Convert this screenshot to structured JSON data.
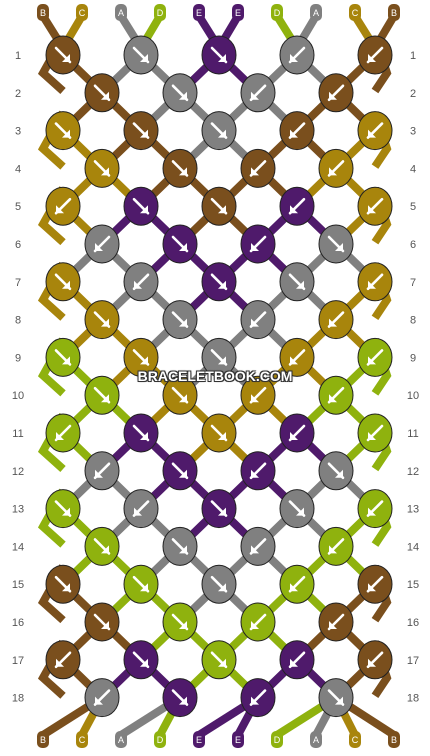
{
  "site": {
    "watermark": "BRACELETBOOK.COM"
  },
  "colors": {
    "A": "#808080",
    "B": "#7a4f1d",
    "C": "#a8850c",
    "D": "#8fb20e",
    "E": "#4f1a6b"
  },
  "strands": [
    "B",
    "C",
    "A",
    "D",
    "E",
    "E",
    "D",
    "A",
    "C",
    "B"
  ],
  "row_numbers": [
    "1",
    "2",
    "3",
    "4",
    "5",
    "6",
    "7",
    "8",
    "9",
    "10",
    "11",
    "12",
    "13",
    "14",
    "15",
    "16",
    "17",
    "18"
  ],
  "knot_rows": [
    {
      "row": "1",
      "knots": [
        {
          "color": "B",
          "dir": "rb"
        },
        {
          "color": "A",
          "dir": "rb"
        },
        {
          "color": "E",
          "dir": "rb"
        },
        {
          "color": "A",
          "dir": "lb"
        },
        {
          "color": "B",
          "dir": "lb"
        }
      ]
    },
    {
      "row": "2",
      "knots": [
        {
          "color": "B",
          "dir": "rb"
        },
        {
          "color": "A",
          "dir": "rb"
        },
        {
          "color": "A",
          "dir": "lb"
        },
        {
          "color": "B",
          "dir": "lb"
        }
      ]
    },
    {
      "row": "3",
      "knots": [
        {
          "color": "C",
          "dir": "rb"
        },
        {
          "color": "B",
          "dir": "rb"
        },
        {
          "color": "A",
          "dir": "rb"
        },
        {
          "color": "B",
          "dir": "lb"
        },
        {
          "color": "C",
          "dir": "lb"
        }
      ]
    },
    {
      "row": "4",
      "knots": [
        {
          "color": "C",
          "dir": "rb"
        },
        {
          "color": "B",
          "dir": "rb"
        },
        {
          "color": "B",
          "dir": "lb"
        },
        {
          "color": "C",
          "dir": "lb"
        }
      ]
    },
    {
      "row": "5",
      "knots": [
        {
          "color": "C",
          "dir": "lb"
        },
        {
          "color": "E",
          "dir": "rb"
        },
        {
          "color": "B",
          "dir": "rb"
        },
        {
          "color": "E",
          "dir": "lb"
        },
        {
          "color": "C",
          "dir": "lb"
        }
      ]
    },
    {
      "row": "6",
      "knots": [
        {
          "color": "A",
          "dir": "lb"
        },
        {
          "color": "E",
          "dir": "rb"
        },
        {
          "color": "E",
          "dir": "lb"
        },
        {
          "color": "A",
          "dir": "rb"
        }
      ]
    },
    {
      "row": "7",
      "knots": [
        {
          "color": "C",
          "dir": "rb"
        },
        {
          "color": "A",
          "dir": "lb"
        },
        {
          "color": "E",
          "dir": "rb"
        },
        {
          "color": "A",
          "dir": "rb"
        },
        {
          "color": "C",
          "dir": "lb"
        }
      ]
    },
    {
      "row": "8",
      "knots": [
        {
          "color": "C",
          "dir": "rb"
        },
        {
          "color": "A",
          "dir": "rb"
        },
        {
          "color": "A",
          "dir": "lb"
        },
        {
          "color": "C",
          "dir": "lb"
        }
      ]
    },
    {
      "row": "9",
      "knots": [
        {
          "color": "D",
          "dir": "rb"
        },
        {
          "color": "C",
          "dir": "rb"
        },
        {
          "color": "A",
          "dir": "rb"
        },
        {
          "color": "C",
          "dir": "lb"
        },
        {
          "color": "D",
          "dir": "lb"
        }
      ]
    },
    {
      "row": "10",
      "knots": [
        {
          "color": "D",
          "dir": "rb"
        },
        {
          "color": "C",
          "dir": "rb"
        },
        {
          "color": "C",
          "dir": "lb"
        },
        {
          "color": "D",
          "dir": "lb"
        }
      ]
    },
    {
      "row": "11",
      "knots": [
        {
          "color": "D",
          "dir": "lb"
        },
        {
          "color": "E",
          "dir": "rb"
        },
        {
          "color": "C",
          "dir": "rb"
        },
        {
          "color": "E",
          "dir": "lb"
        },
        {
          "color": "D",
          "dir": "lb"
        }
      ]
    },
    {
      "row": "12",
      "knots": [
        {
          "color": "A",
          "dir": "lb"
        },
        {
          "color": "E",
          "dir": "rb"
        },
        {
          "color": "E",
          "dir": "lb"
        },
        {
          "color": "A",
          "dir": "rb"
        }
      ]
    },
    {
      "row": "13",
      "knots": [
        {
          "color": "D",
          "dir": "rb"
        },
        {
          "color": "A",
          "dir": "lb"
        },
        {
          "color": "E",
          "dir": "rb"
        },
        {
          "color": "A",
          "dir": "rb"
        },
        {
          "color": "D",
          "dir": "lb"
        }
      ]
    },
    {
      "row": "14",
      "knots": [
        {
          "color": "D",
          "dir": "rb"
        },
        {
          "color": "A",
          "dir": "rb"
        },
        {
          "color": "A",
          "dir": "lb"
        },
        {
          "color": "D",
          "dir": "lb"
        }
      ]
    },
    {
      "row": "15",
      "knots": [
        {
          "color": "B",
          "dir": "rb"
        },
        {
          "color": "D",
          "dir": "rb"
        },
        {
          "color": "A",
          "dir": "rb"
        },
        {
          "color": "D",
          "dir": "lb"
        },
        {
          "color": "B",
          "dir": "lb"
        }
      ]
    },
    {
      "row": "16",
      "knots": [
        {
          "color": "B",
          "dir": "rb"
        },
        {
          "color": "D",
          "dir": "rb"
        },
        {
          "color": "D",
          "dir": "lb"
        },
        {
          "color": "B",
          "dir": "lb"
        }
      ]
    },
    {
      "row": "17",
      "knots": [
        {
          "color": "B",
          "dir": "lb"
        },
        {
          "color": "E",
          "dir": "rb"
        },
        {
          "color": "D",
          "dir": "rb"
        },
        {
          "color": "E",
          "dir": "lb"
        },
        {
          "color": "B",
          "dir": "lb"
        }
      ]
    },
    {
      "row": "18",
      "knots": [
        {
          "color": "A",
          "dir": "lb"
        },
        {
          "color": "E",
          "dir": "rb"
        },
        {
          "color": "E",
          "dir": "lb"
        },
        {
          "color": "A",
          "dir": "rb"
        }
      ]
    }
  ]
}
